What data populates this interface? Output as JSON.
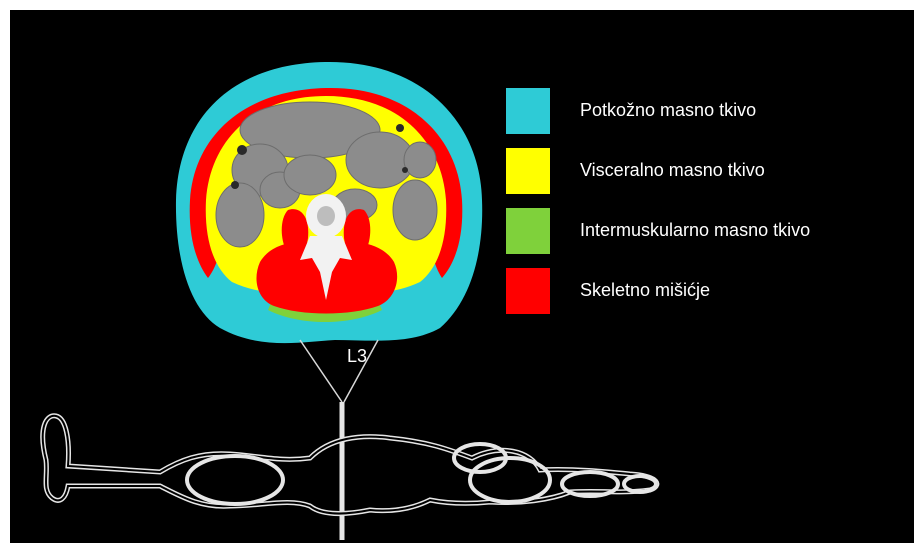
{
  "level_label": "L3",
  "legend": [
    {
      "label": "Potkožno masno tkivo",
      "color": "#2ecbd6"
    },
    {
      "label": "Visceralno masno tkivo",
      "color": "#ffff00"
    },
    {
      "label": "Intermuskularno masno tkivo",
      "color": "#7fd13b"
    },
    {
      "label": "Skeletno mišićje",
      "color": "#ff0000"
    }
  ],
  "colors": {
    "background": "#000000",
    "subcutaneous_fat": "#2ecbd6",
    "visceral_fat": "#ffff00",
    "intermuscular_fat": "#7fd13b",
    "skeletal_muscle": "#ff0000",
    "organs": "#8c8c8c",
    "bone": "#f2f2f2",
    "outline": "#e6e6e6"
  }
}
